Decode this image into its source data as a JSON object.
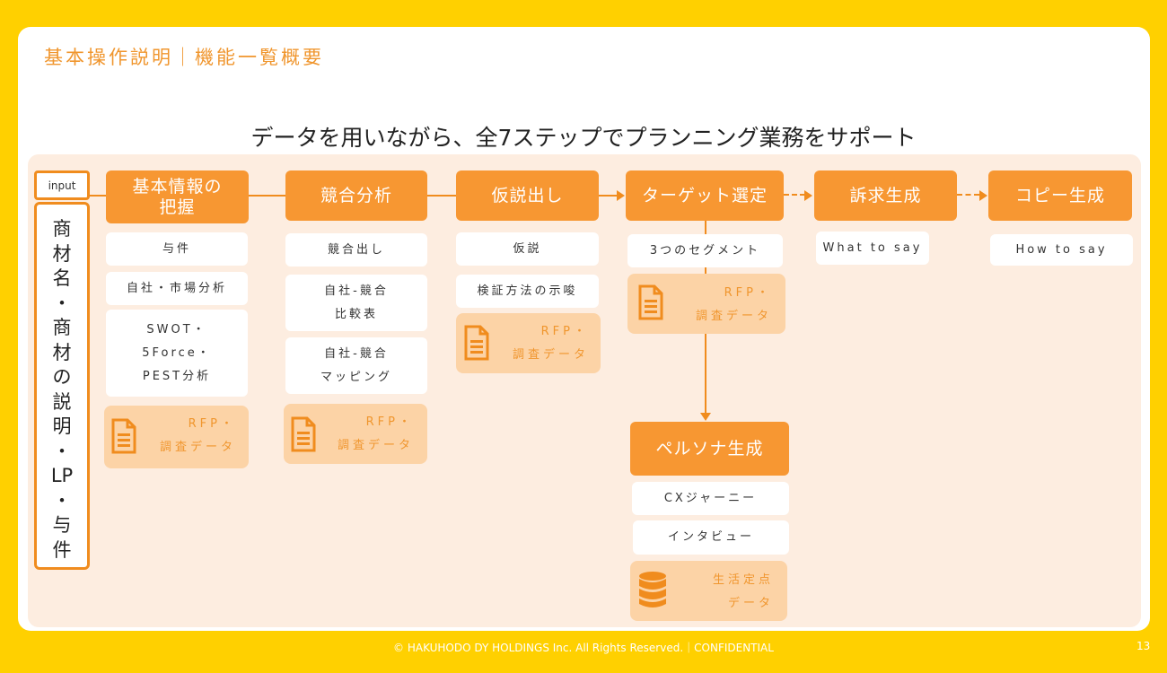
{
  "title": "基本操作説明｜機能一覧概要",
  "headline": "データを用いながら、全7ステップでプランニング業務をサポート",
  "input": {
    "tag": "input",
    "chars": [
      "商",
      "材",
      "名",
      "・",
      "商",
      "材",
      "の",
      "説",
      "明",
      "・",
      "LP",
      "・",
      "与",
      "件"
    ]
  },
  "steps": {
    "basic": [
      "基本情報の",
      "把握"
    ],
    "competitor": "競合分析",
    "hypothesis": "仮説出し",
    "target": "ターゲット選定",
    "appeal": "訴求生成",
    "copy": "コピー生成",
    "persona": "ペルソナ生成"
  },
  "items": {
    "basic": [
      "与件",
      "自社・市場分析",
      [
        "SWOT・",
        "5Force・",
        "PEST分析"
      ]
    ],
    "competitor": [
      "競合出し",
      [
        "自社-競合",
        "比較表"
      ],
      [
        "自社-競合",
        "マッピング"
      ]
    ],
    "hypothesis": [
      "仮説",
      "検証方法の示唆"
    ],
    "target": [
      "3つのセグメント"
    ],
    "appeal": [
      "What to say"
    ],
    "copy": [
      "How to say"
    ],
    "persona": [
      "CXジャーニー",
      "インタビュー"
    ]
  },
  "data_labels": {
    "rfp": "RFP・",
    "survey": "調査データ",
    "life1": "生活定点",
    "life2": "データ"
  },
  "icons": [
    "document-icon",
    "database-icon",
    "arrow-icon"
  ],
  "colors": {
    "accent": "#F79732",
    "background": "#FFD000",
    "panel": "#FDEDE0",
    "data_box": "#FCD3A6"
  },
  "footer": "© HAKUHODO DY HOLDINGS Inc. All Rights Reserved.｜CONFIDENTIAL",
  "page_number": "13"
}
